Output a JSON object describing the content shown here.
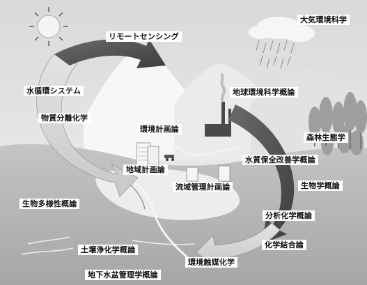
{
  "labels": {
    "atmosphere": "大気環境科学",
    "remote_sensing": "リモートセンシング",
    "water_cycle_system": "水循環システム",
    "global_env_science": "地球環境科学概論",
    "material_separation": "物質分離化学",
    "forest_ecology": "森林生態学",
    "env_planning": "環境計画論",
    "water_quality": "水質保全改善学概論",
    "regional_planning": "地域計画論",
    "biology": "生物学概論",
    "watershed_planning": "流域管理計画論",
    "biodiversity": "生物多様性概論",
    "analytical_chemistry": "分析化学概論",
    "chemical_bonding": "化学結合論",
    "soil_remediation": "土壌浄化学概論",
    "env_catalysis": "環境触媒化学",
    "groundwater_basin": "地下水盆管理学概論"
  },
  "colors": {
    "sky_top": "#dedede",
    "sky_bottom": "#f3f3f3",
    "mountain": "#f8f8f8",
    "hill": "#cfcfcf",
    "ground": "#b8b8b8",
    "arrow_dark": "#5a5a5a",
    "arrow_light": "#d8d8d8",
    "trees": "#9a9a9a",
    "factory": "#4a4a4a"
  }
}
